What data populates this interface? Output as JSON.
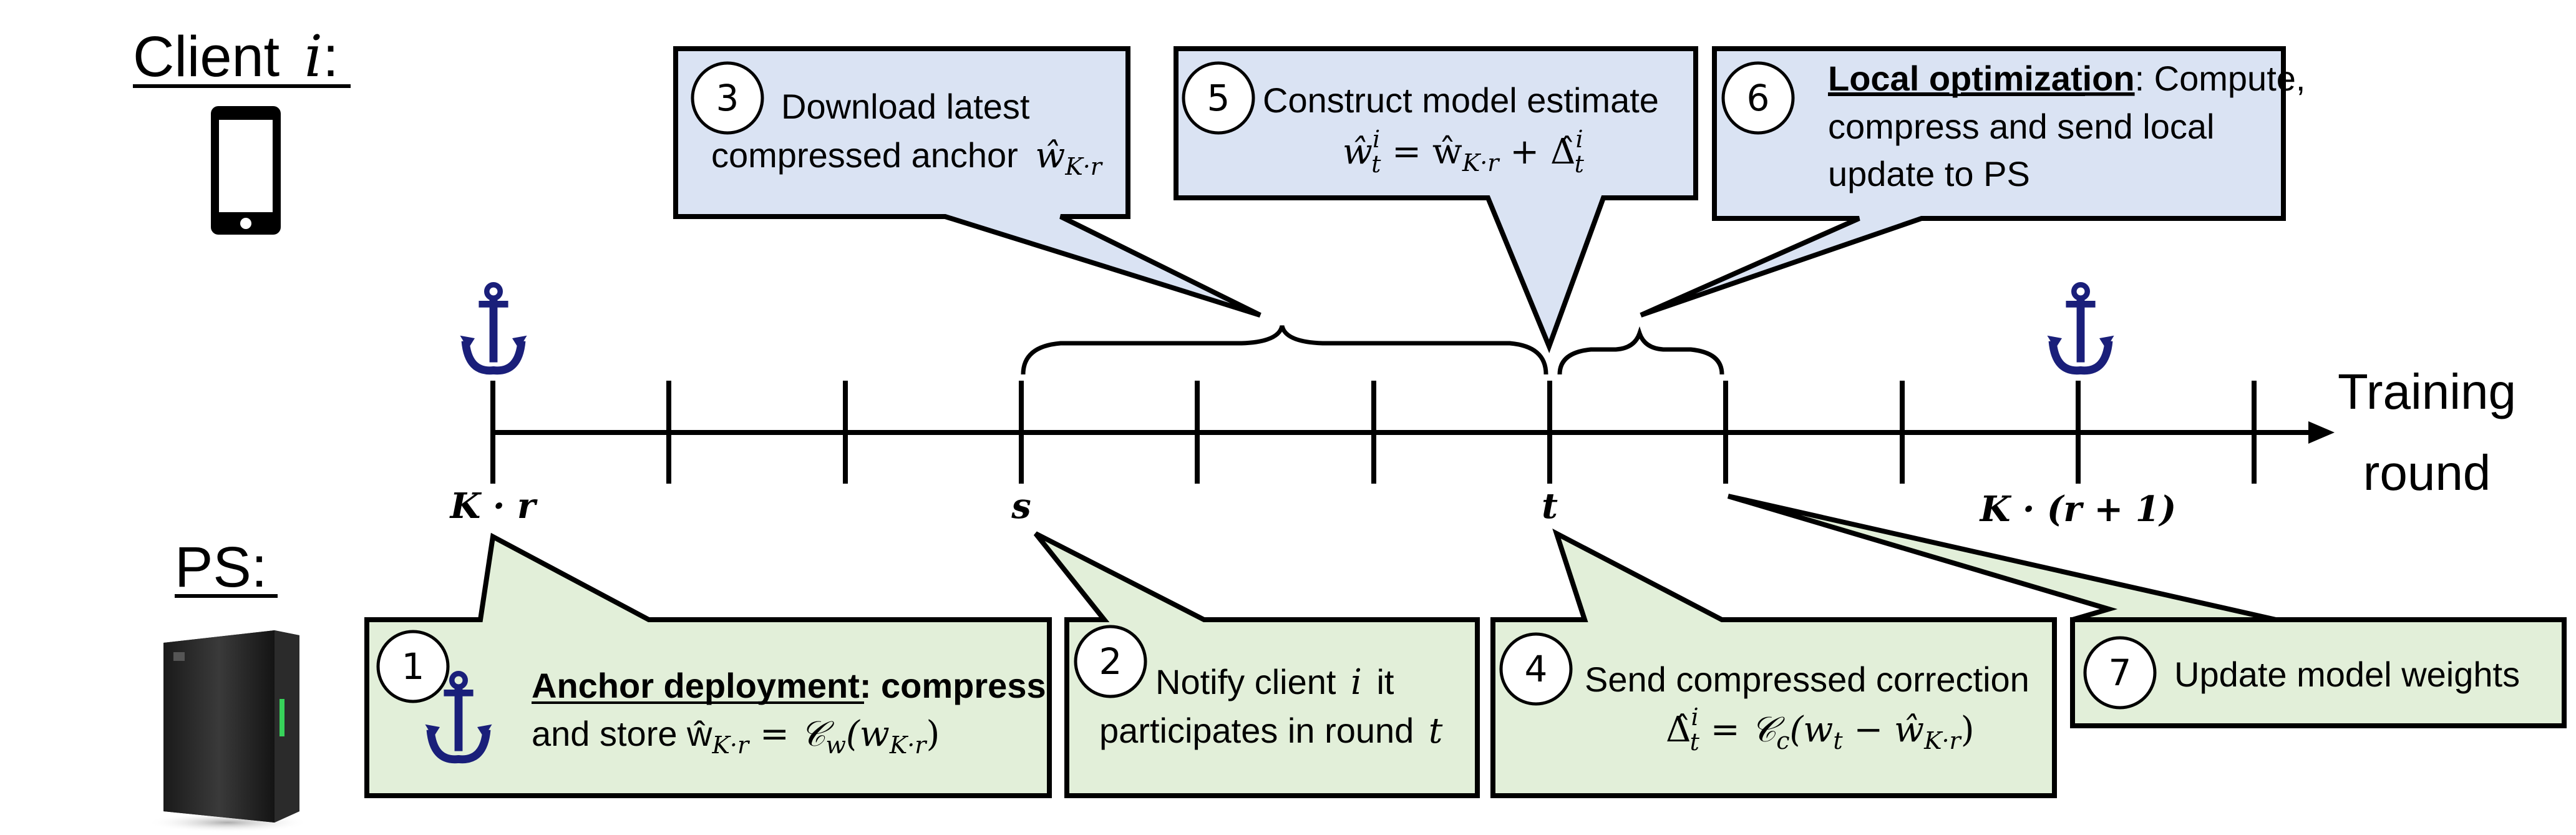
{
  "header": {
    "client_label": "Client",
    "client_var": "i",
    "client_colon": ":",
    "ps_label": "PS:"
  },
  "axis": {
    "end_label_line1": "Training",
    "end_label_line2": "round",
    "tick_labels": {
      "k_r": "K · r",
      "s": "s",
      "t": "t",
      "k_r1": "K · (r + 1)"
    }
  },
  "steps": {
    "s1": {
      "number": "1",
      "title": "Anchor deployment",
      "title_suffix": ": compress",
      "line2": "and store ŵ",
      "line2_sub": "K·r",
      "line2_eq": " = 𝒞",
      "line2_eq_sub": "w",
      "line2_paren": "(w",
      "line2_paren_sub": "K·r",
      "line2_close": ")"
    },
    "s2": {
      "number": "2",
      "line1": "Notify client",
      "line1_var": "i",
      "line1_end": "it",
      "line2": "participates in round",
      "line2_var": "t"
    },
    "s3": {
      "number": "3",
      "line1": "Download latest",
      "line2": "compressed anchor",
      "line2_var": "ŵ",
      "line2_sub": "K·r"
    },
    "s4": {
      "number": "4",
      "line1": "Send compressed correction",
      "line2_a": "Δ̂",
      "line2_a_sup": "i",
      "line2_a_sub": "t",
      "line2_eq": " = 𝒞",
      "line2_eq_sub": "c",
      "line2_paren": "(w",
      "line2_paren_sub": "t",
      "line2_minus": " − ŵ",
      "line2_minus_sub": "K·r",
      "line2_close": ")"
    },
    "s5": {
      "number": "5",
      "line1": "Construct model estimate",
      "eq_lhs": "ŵ",
      "eq_lhs_sup": "i",
      "eq_lhs_sub": "t",
      "eq_mid": " = ŵ",
      "eq_mid_sub": "K·r",
      "eq_plus": " + Δ̂",
      "eq_plus_sup": "i",
      "eq_plus_sub": "t"
    },
    "s6": {
      "number": "6",
      "title": "Local optimization",
      "title_suffix": ": Compute,",
      "line2": "compress and send local",
      "line3": "update to PS"
    },
    "s7": {
      "number": "7",
      "line1": "Update model weights"
    }
  },
  "colors": {
    "client_callout": "#dae3f3",
    "server_callout": "#e2efd9",
    "anchor": "#1a1f7a"
  },
  "icons": [
    "phone-icon",
    "server-icon",
    "anchor-icon"
  ]
}
